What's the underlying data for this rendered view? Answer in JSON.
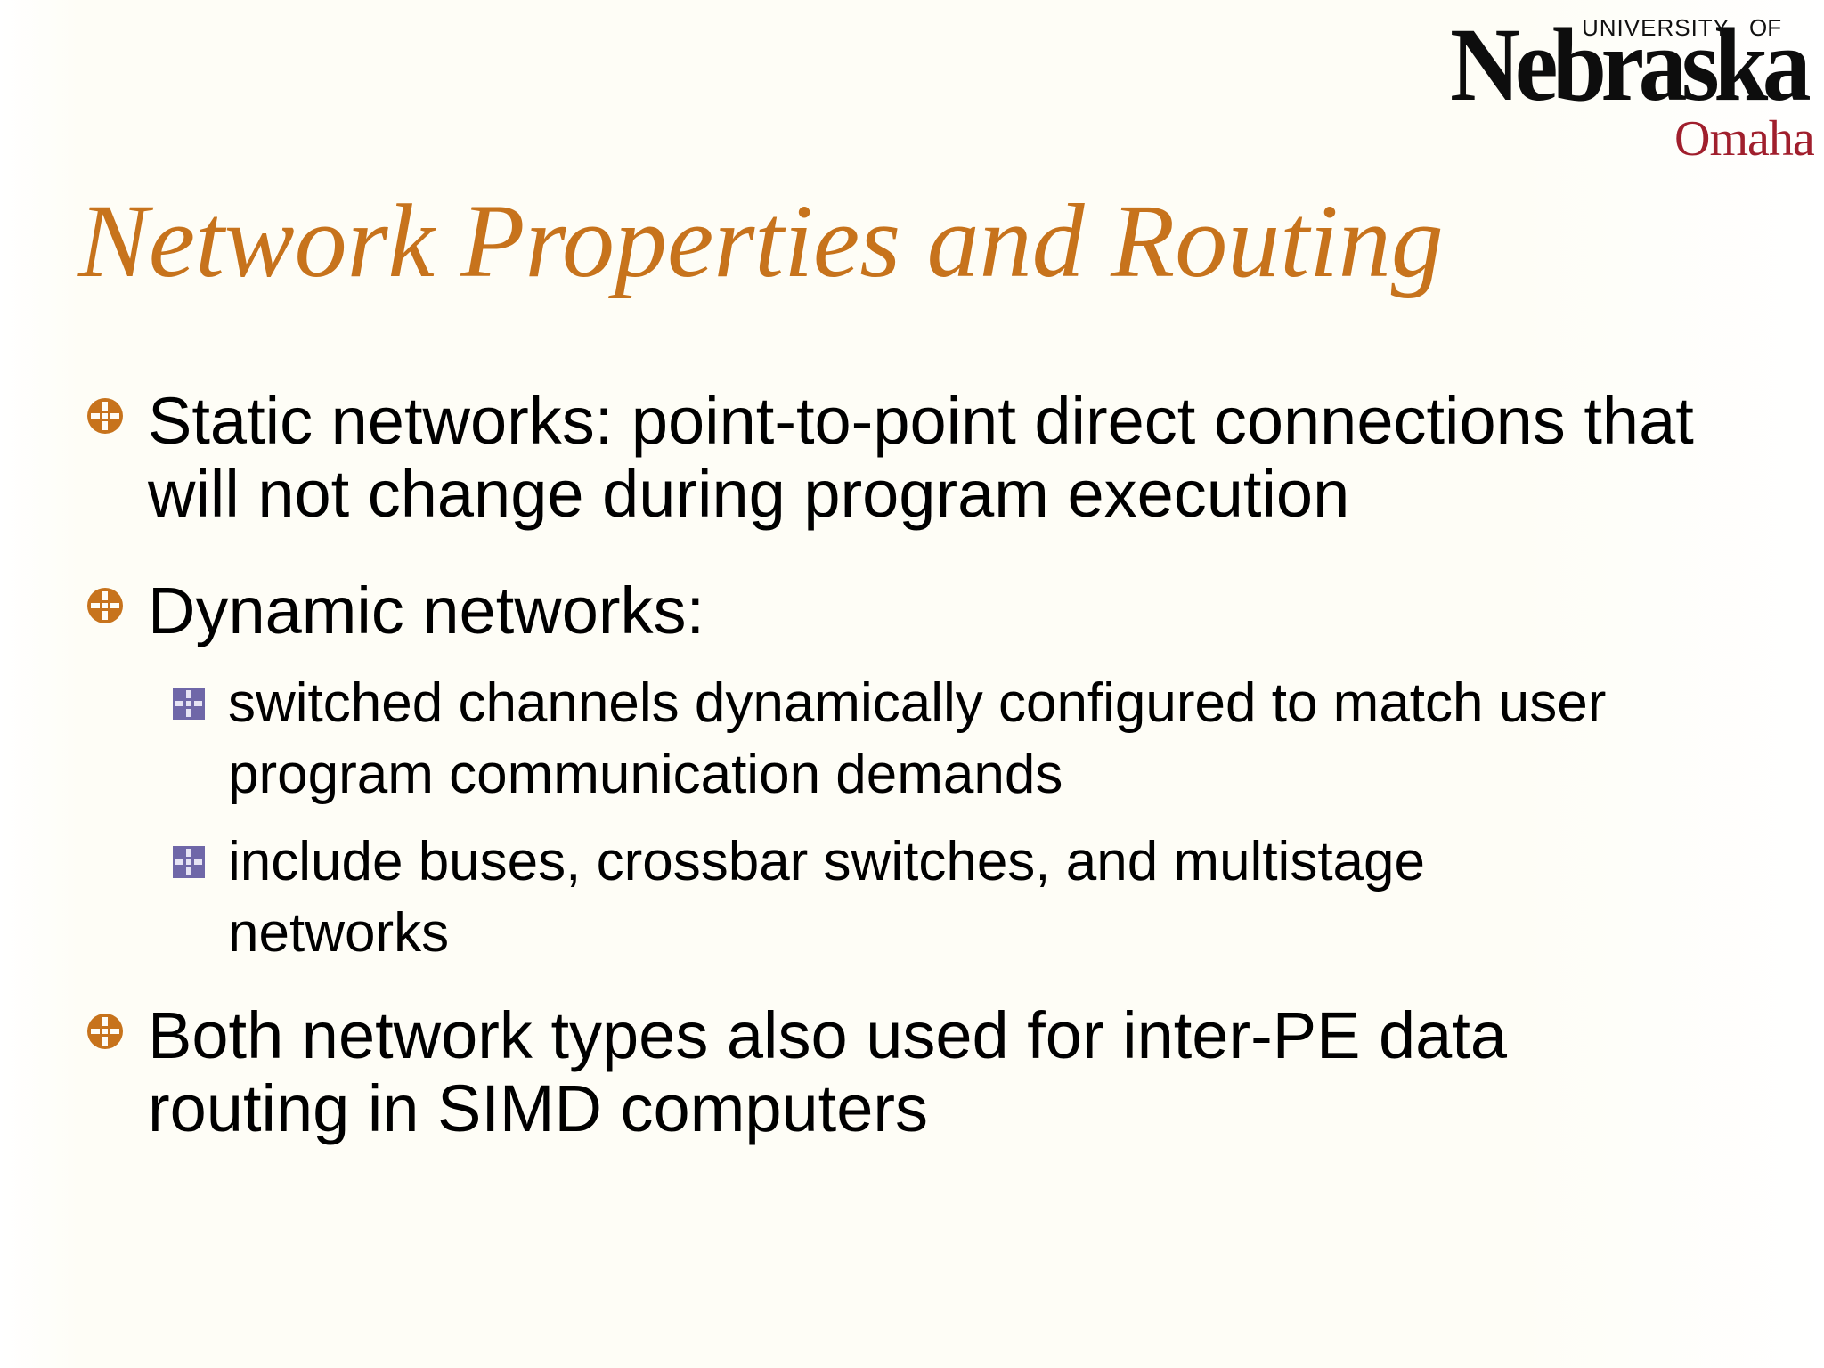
{
  "logo": {
    "university": "UNIVERSITY",
    "of": "OF",
    "name": "Nebraska",
    "campus": "Omaha"
  },
  "slide": {
    "title": "Network Properties and Routing",
    "bullets": [
      {
        "text": "Static networks: point-to-point direct connections that will not change during program execution"
      },
      {
        "text": "Dynamic networks:"
      },
      {
        "text": "switched channels dynamically configured to match user program communication demands"
      },
      {
        "text": "include buses, crossbar switches, and multistage networks"
      },
      {
        "text": "Both network types also used for inter-PE data routing in SIMD computers"
      }
    ]
  },
  "colors": {
    "title": "#c7731c",
    "bullet_primary": "#c7731c",
    "bullet_secondary": "#6f67a8",
    "omaha": "#a01f2d"
  },
  "icons": {
    "primary_bullet": "orange-circle-cross-bullet-icon",
    "secondary_bullet": "purple-square-cross-bullet-icon"
  }
}
